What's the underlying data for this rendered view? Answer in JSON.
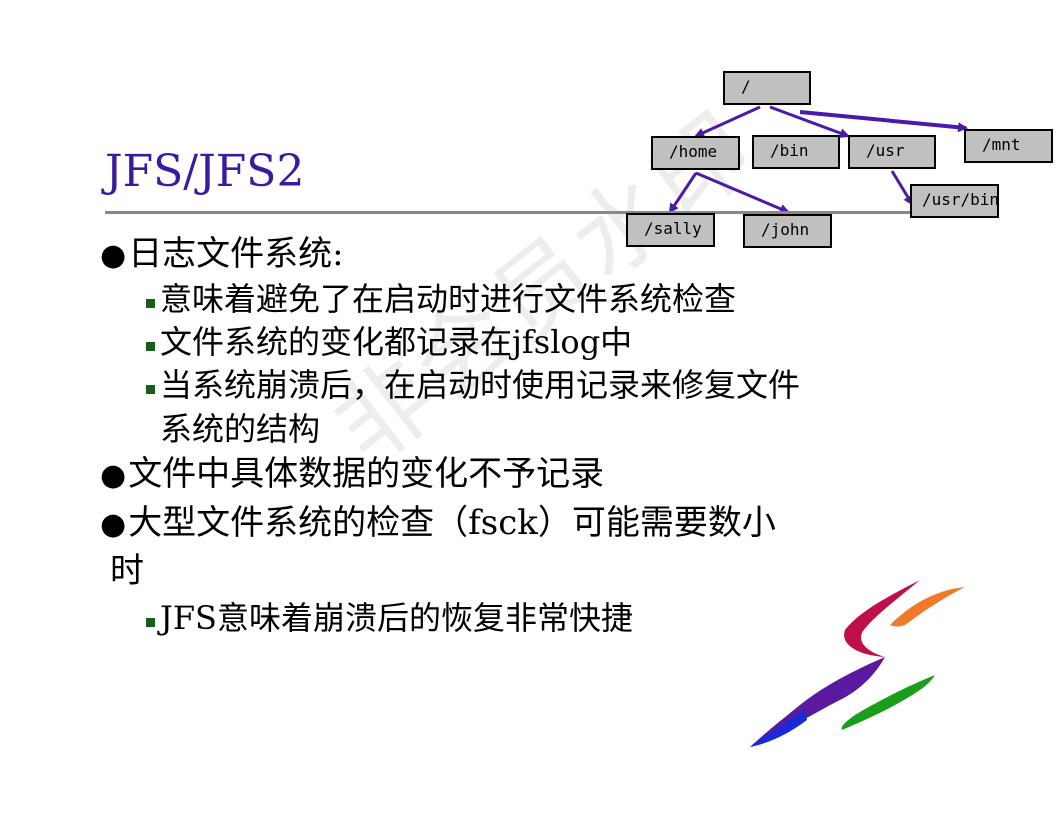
{
  "watermark": "非会员水印",
  "title": "JFS/JFS2",
  "tree": {
    "root": "/",
    "home": "/home",
    "bin": "/bin",
    "usr": "/usr",
    "mnt": "/mnt",
    "sally": "/sally",
    "john": "/john",
    "usrbin": "/usr/bin"
  },
  "content": {
    "b1": {
      "bullet": "●",
      "text": "日志文件系统:"
    },
    "b1_sub1": "意味着避免了在启动时进行文件系统检查",
    "b1_sub2": "文件系统的变化都记录在jfslog中",
    "b1_sub3_line1": "当系统崩溃后，在启动时使用记录来修复文件",
    "b1_sub3_line2": "系统的结构",
    "b2": {
      "bullet": "●",
      "text": "文件中具体数据的变化不予记录"
    },
    "b3": {
      "bullet": "●",
      "text_line1": "大型文件系统的检查（fsck）可能需要数小",
      "text_line2": "时"
    },
    "b3_sub1": "JFS意味着崩溃后的恢复非常快捷"
  },
  "colors": {
    "title": "#3a1a9e",
    "arrow": "#4b1aa6",
    "node_fill": "#c0c0c0",
    "sub_bullet": "#1a5c1a"
  },
  "icons": {
    "logo": "suse-like-swoosh-logo"
  }
}
